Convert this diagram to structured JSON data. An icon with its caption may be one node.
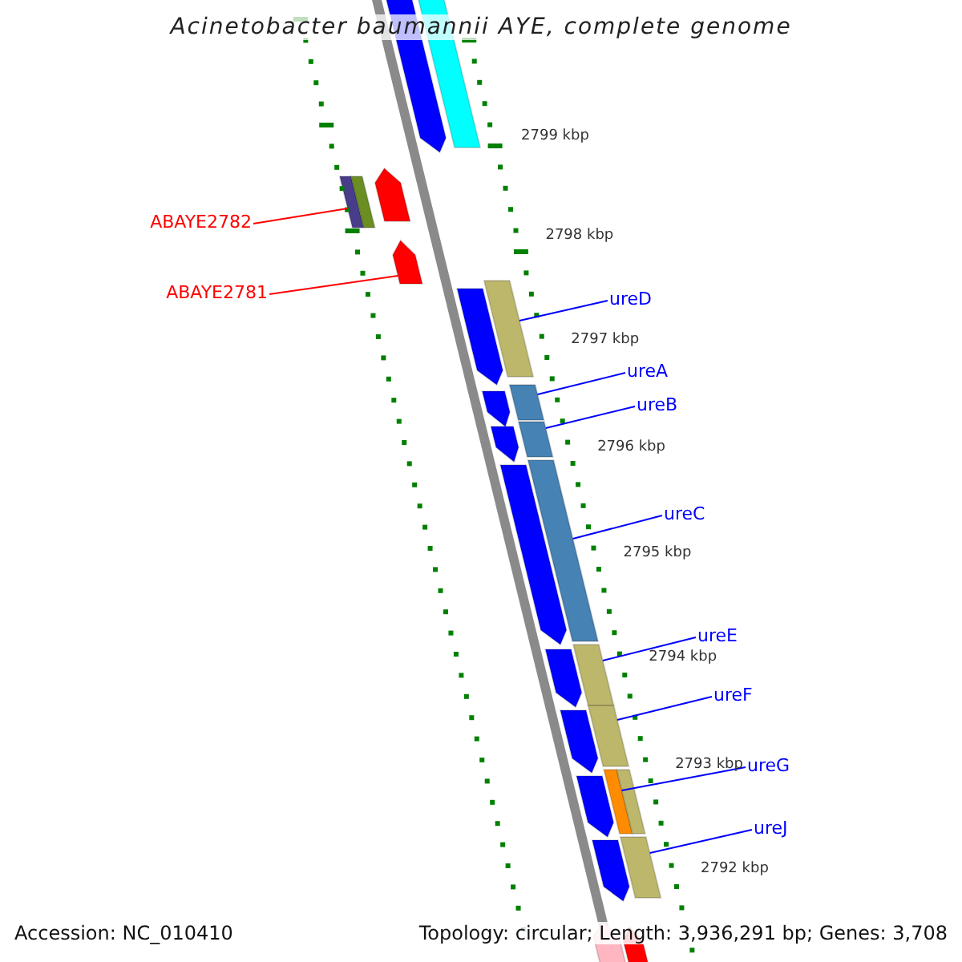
{
  "diagram": {
    "title": "Acinetobacter baumannii AYE, complete genome",
    "nodes": [
      {
        "text": [
          "ABAYE2782"
        ]
      },
      {
        "text": [
          "ABAYE2781"
        ]
      },
      {
        "text": [
          "ureD"
        ]
      },
      {
        "text": [
          "ureA"
        ]
      },
      {
        "text": [
          "ureB"
        ]
      },
      {
        "text": [
          "ureC"
        ]
      },
      {
        "text": [
          "ureE"
        ]
      },
      {
        "text": [
          "ureF"
        ]
      },
      {
        "text": [
          "ureG"
        ]
      },
      {
        "text": [
          "ureJ"
        ]
      },
      {
        "text": [],
        "shape": "arrow"
      },
      {
        "text": [],
        "shape": "bar"
      },
      {
        "text": [],
        "shape": "arrow"
      },
      {
        "text": [],
        "shape": "bar"
      },
      {
        "text": [],
        "shape": "bar"
      },
      {
        "text": [],
        "shape": "arrow"
      },
      {
        "text": [],
        "shape": "bar"
      },
      {
        "text": [],
        "shape": "arrow"
      },
      {
        "text": [],
        "shape": "bar"
      },
      {
        "text": [],
        "shape": "arrow"
      },
      {
        "text": [],
        "shape": "bar"
      },
      {
        "text": [],
        "shape": "arrow"
      },
      {
        "text": [],
        "shape": "bar"
      },
      {
        "text": [],
        "shape": "arrow"
      },
      {
        "text": [],
        "shape": "bar"
      },
      {
        "text": [],
        "shape": "arrow"
      },
      {
        "text": [],
        "shape": "bar"
      },
      {
        "text": [],
        "shape": "arrow"
      },
      {
        "text": [],
        "shape": "bar"
      },
      {
        "text": [],
        "shape": "bar"
      },
      {
        "text": [],
        "shape": "arrow"
      },
      {
        "text": [],
        "shape": "bar"
      },
      {
        "text": [],
        "shape": "arrow"
      },
      {
        "text": [],
        "shape": "arrow"
      },
      {
        "text": [],
        "shape": "arrow"
      }
    ],
    "edges": [
      {
        "from": 0,
        "to": 13,
        "arrow": "none",
        "color": "#ff0000"
      },
      {
        "from": 1,
        "to": 15,
        "arrow": "none",
        "color": "#ff0000"
      },
      {
        "from": 2,
        "to": 16,
        "arrow": "none"
      },
      {
        "from": 3,
        "to": 18,
        "arrow": "none"
      },
      {
        "from": 4,
        "to": 20,
        "arrow": "none"
      },
      {
        "from": 5,
        "to": 22,
        "arrow": "none"
      },
      {
        "from": 6,
        "to": 24,
        "arrow": "none"
      },
      {
        "from": 7,
        "to": 26,
        "arrow": "none"
      },
      {
        "from": 8,
        "to": 28,
        "arrow": "none"
      },
      {
        "from": 9,
        "to": 31,
        "arrow": "none"
      }
    ],
    "labels": [
      "2799 kbp",
      "2798 kbp",
      "2797 kbp",
      "2796 kbp",
      "2795 kbp",
      "2794 kbp",
      "2793 kbp",
      "2792 kbp",
      "Accession: NC_010410",
      "Topology: circular; Length: 3,936,291 bp; Genes: 3,708"
    ]
  }
}
